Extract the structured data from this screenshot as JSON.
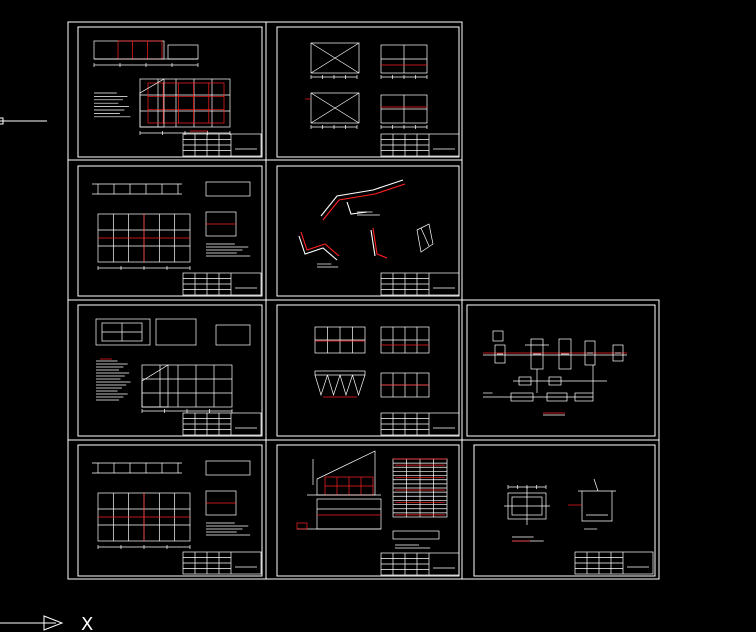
{
  "viewport": {
    "background": "#000000",
    "line_color": "#ffffff",
    "accent_color": "#ff2020"
  },
  "sheets": [
    {
      "id": "sheet-1-1",
      "kind": "plan-elevation-red"
    },
    {
      "id": "sheet-1-2",
      "kind": "four-sections"
    },
    {
      "id": "sheet-2-1",
      "kind": "plan-elevation"
    },
    {
      "id": "sheet-2-2",
      "kind": "pipe-isometric"
    },
    {
      "id": "sheet-3-1",
      "kind": "plan-elevation-notes"
    },
    {
      "id": "sheet-3-2",
      "kind": "four-sections-hoppers"
    },
    {
      "id": "sheet-3-3",
      "kind": "process-flow"
    },
    {
      "id": "sheet-4-1",
      "kind": "plan-elevation"
    },
    {
      "id": "sheet-4-2",
      "kind": "building-table"
    },
    {
      "id": "sheet-4-3",
      "kind": "tank-detail"
    }
  ],
  "ucs": {
    "x_label": "X"
  }
}
